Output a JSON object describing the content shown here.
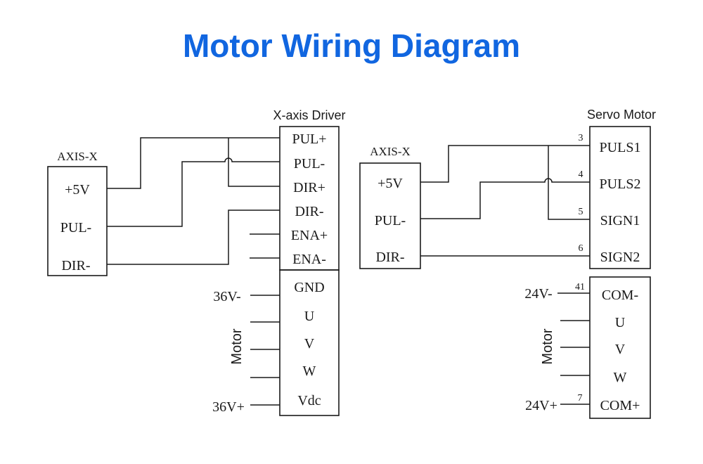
{
  "title": "Motor Wiring Diagram",
  "colors": {
    "title": "#1166e0",
    "line": "#1a1a1a"
  },
  "left": {
    "axis_title": "AXIS-X",
    "axis_terminals": [
      "+5V",
      "PUL-",
      "DIR-"
    ],
    "driver_title": "X-axis Driver",
    "driver_signal_terminals": [
      "PUL+",
      "PUL-",
      "DIR+",
      "DIR-",
      "ENA+",
      "ENA-"
    ],
    "driver_power_terminals": [
      "GND",
      "U",
      "V",
      "W",
      "Vdc"
    ],
    "supply_minus": "36V-",
    "supply_plus": "36V+",
    "motor_label": "Motor"
  },
  "right": {
    "axis_title": "AXIS-X",
    "axis_terminals": [
      "+5V",
      "PUL-",
      "DIR-"
    ],
    "servo_title": "Servo Motor",
    "servo_signal_terminals": [
      "PULS1",
      "PULS2",
      "SIGN1",
      "SIGN2"
    ],
    "servo_pin_numbers": [
      "3",
      "4",
      "5",
      "6"
    ],
    "servo_power_terminals": [
      "COM-",
      "U",
      "V",
      "W",
      "COM+"
    ],
    "power_pin_numbers": [
      "41",
      "7"
    ],
    "supply_minus": "24V-",
    "supply_plus": "24V+",
    "motor_label": "Motor"
  }
}
